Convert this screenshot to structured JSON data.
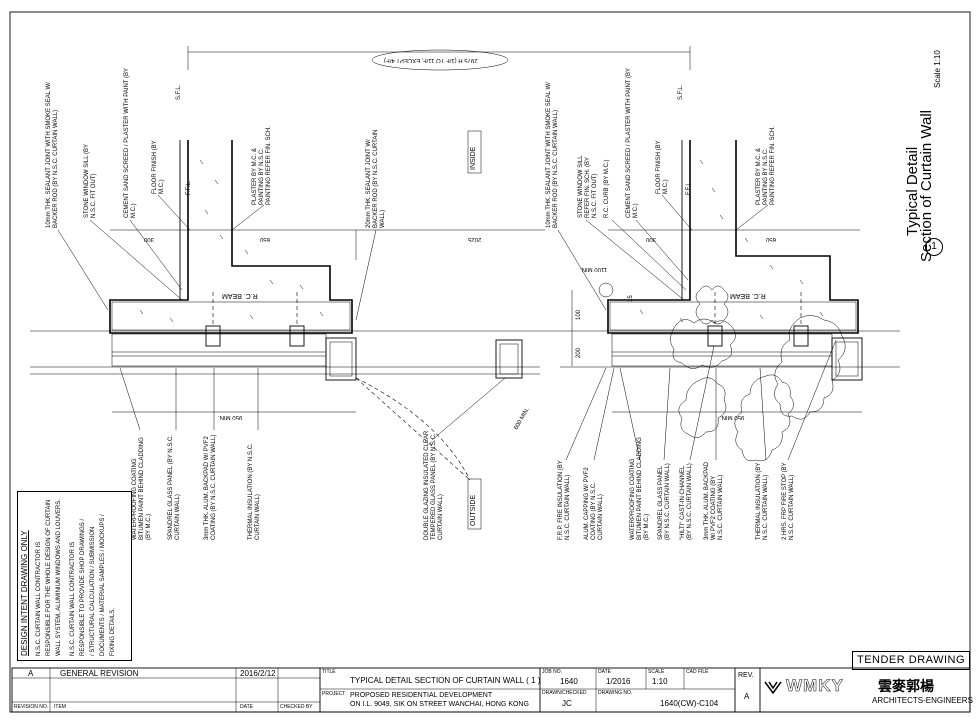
{
  "drawing": {
    "title_line1": "Typical Detail",
    "title_line2": "Section of Curtain Wall",
    "scale_label": "Scale 1:10",
    "detail_no": "1",
    "tender": "TENDER DRAWING",
    "inside": "INSIDE",
    "outside": "OUTSIDE",
    "beam_label": "R.C. BEAM",
    "sfl": "S.F.L.",
    "ffl": "F.F.L."
  },
  "dimensions": {
    "top": "2975 H (1/F TO 11/F, EXCEPT 4/F)",
    "d300": "300",
    "d650": "650",
    "d2025": "2025",
    "d1100": "1100 MIN.",
    "d950": "950 MIN.",
    "d600": "600 MIN.",
    "d100": "100",
    "d200": "200",
    "d15": "15"
  },
  "notes_left_top": [
    "10mm THK. SEALANT JOINT WITH SMOKE SEAL W/ BACKER ROD (BY N.S.C. CURTAIN WALL)",
    "STONE WINDOW SILL (BY N.S.C. FIT OUT)",
    "CEMENT SAND SCREED / PLASTER WITH PAINT (BY M.C.)",
    "FLOOR FINISH (BY M.C.)",
    "PLASTER BY M.C. & PAINTING BY N.S.C. PAINTING REFER FIN. SCH.",
    "20mm THK. SEALANT JOINT W/ BACKER ROD (BY N.S.C. CURTAIN WALL)"
  ],
  "notes_right_top": [
    "10mm THK. SEALANT JOINT WITH SMOKE SEAL W/ BACKER ROD (BY N.S.C. CURTAIN WALL)",
    "STONE WINDOW SILL REFER FIN. SCH. (BY N.S.C. FIT OUT)",
    "R.C. CURB (BY M.C.)",
    "CEMENT SAND SCREED / PLASTER WITH PAINT (BY M.C.)",
    "FLOOR FINISH (BY M.C.)",
    "PLASTER BY M.C. & PAINTING BY N.S.C. PAINTING REFER FIN. SCH."
  ],
  "notes_left_bottom": [
    "WATERPROOFING COATING BITUMEN PAINT BEHIND CLADDING (BY M.C.)",
    "SPANDREL GLASS PANEL (BY N.S.C. CURTAIN WALL)",
    "3mm THK. ALUM. BACKPAD W/ PVF2 COATING (BY N.S.C. CURTAIN WALL)",
    "THERMAL INSULATION (BY N.S.C. CURTAIN WALL)",
    "DOUBLE GLAZING INSULATED CLEAR TEMPERED GLASS PANEL (BY N.S.C. CURTAIN WALL)"
  ],
  "notes_right_bottom": [
    "F.R.P. FIRE INSULATION (BY N.S.C. CURTAIN WALL)",
    "ALUM. CAPPING W/ PVF2 COATING (BY N.S.C. CURTAIN WALL)",
    "WATERPROOFING COATING BITUMEN PAINT BEHIND CLADDING (BY M.C.)",
    "SPANDREL GLASS PANEL (BY N.S.C. CURTAIN WALL)",
    "\"HILTI\" CAST-IN CHANNEL (BY N.S.C. CURTAIN WALL)",
    "3mm THK. ALUM. BACKPAD W/ PVF2 COATING (BY N.S.C. CURTAIN WALL)",
    "THERMAL INSULATION (BY N.S.C. CURTAIN WALL)",
    "2 HRS. FRP FIRE STOP (BY N.S.C. CURTAIN WALL)"
  ],
  "design_intent": {
    "heading": "DESIGN INTENT DRAWING ONLY",
    "lines": [
      "N.S.C. CURTAIN WALL CONTRACTOR IS",
      "RESPONSIBLE FOR THE WHOLE DESIGN OF CURTAIN",
      "WALL SYSTEM, ALUMINIUM WINDOWS AND LOUVERS.",
      "N.S.C. CURTAIN WALL CONTRACTOR IS",
      "RESPONSIBLE TO PROVIDE SHOP DRAWINGS /",
      "/ STRUCTURAL CALCULATION / SUBMISSION",
      "DOCUMENTS / MATERIAL SAMPLES / MOCKUPS /",
      "FIXING DETAILS."
    ]
  },
  "title_block": {
    "revision_label": "A",
    "revision_item": "GENERAL REVISION",
    "revision_date": "2016/2/12",
    "hdr_revision_no": "REVISION NO.",
    "hdr_item": "ITEM",
    "hdr_date": "DATE",
    "hdr_checked_by": "CHECKED BY",
    "hdr_title": "TITLE",
    "title": "TYPICAL DETAIL SECTION OF CURTAIN WALL ( 1 )",
    "hdr_project": "PROJECT",
    "project_line1": "PROPOSED RESIDENTIAL DEVELOPMENT",
    "project_line2": "ON I.L. 9049, SIK ON STREET WANCHAI, HONG KONG",
    "hdr_job_no": "JOB NO.",
    "job_no": "1640",
    "hdr_date2": "DATE",
    "date": "1/2016",
    "hdr_scale": "SCALE",
    "scale": "1:10",
    "hdr_cad": "CAD FILE",
    "hdr_drawn": "DRAWN/CHECKED",
    "drawn": "JC",
    "hdr_drawing_no": "DRAWING NO.",
    "drawing_no": "1640(CW)-C104",
    "hdr_rev": "REV.",
    "rev": "A",
    "firm_logo": "WMKY",
    "firm_chinese": "雲麥郭楊",
    "firm_name": "ARCHITECTS-ENGINEERS"
  }
}
